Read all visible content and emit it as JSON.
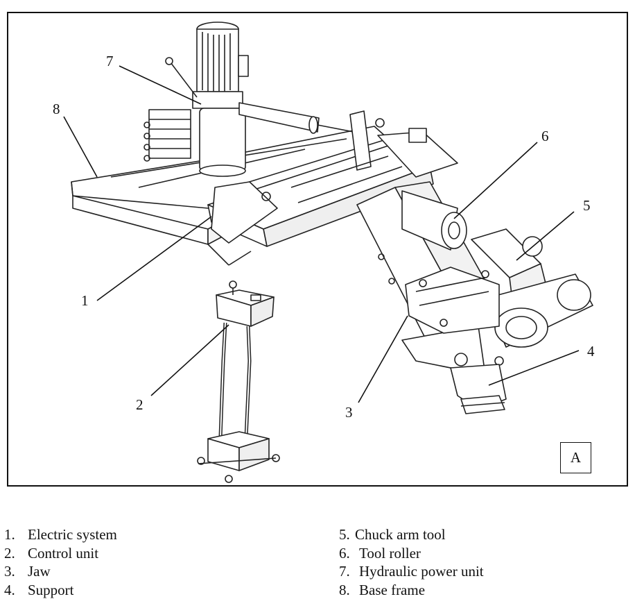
{
  "callouts": [
    {
      "id": "1",
      "text": "1"
    },
    {
      "id": "2",
      "text": "2"
    },
    {
      "id": "3",
      "text": "3"
    },
    {
      "id": "4",
      "text": "4"
    },
    {
      "id": "5",
      "text": "5"
    },
    {
      "id": "6",
      "text": "6"
    },
    {
      "id": "7",
      "text": "7"
    },
    {
      "id": "8",
      "text": "8"
    }
  ],
  "view_label": "A",
  "legend_left": [
    {
      "num": "1.",
      "name": "Electric system"
    },
    {
      "num": "2.",
      "name": "Control unit"
    },
    {
      "num": "3.",
      "name": "Jaw"
    },
    {
      "num": "4.",
      "name": "Support"
    }
  ],
  "legend_right": [
    {
      "num": "5.",
      "name": "Chuck arm tool"
    },
    {
      "num": "6.",
      "name": "Tool roller"
    },
    {
      "num": "7.",
      "name": "Hydraulic power unit"
    },
    {
      "num": "8.",
      "name": "Base frame"
    }
  ]
}
